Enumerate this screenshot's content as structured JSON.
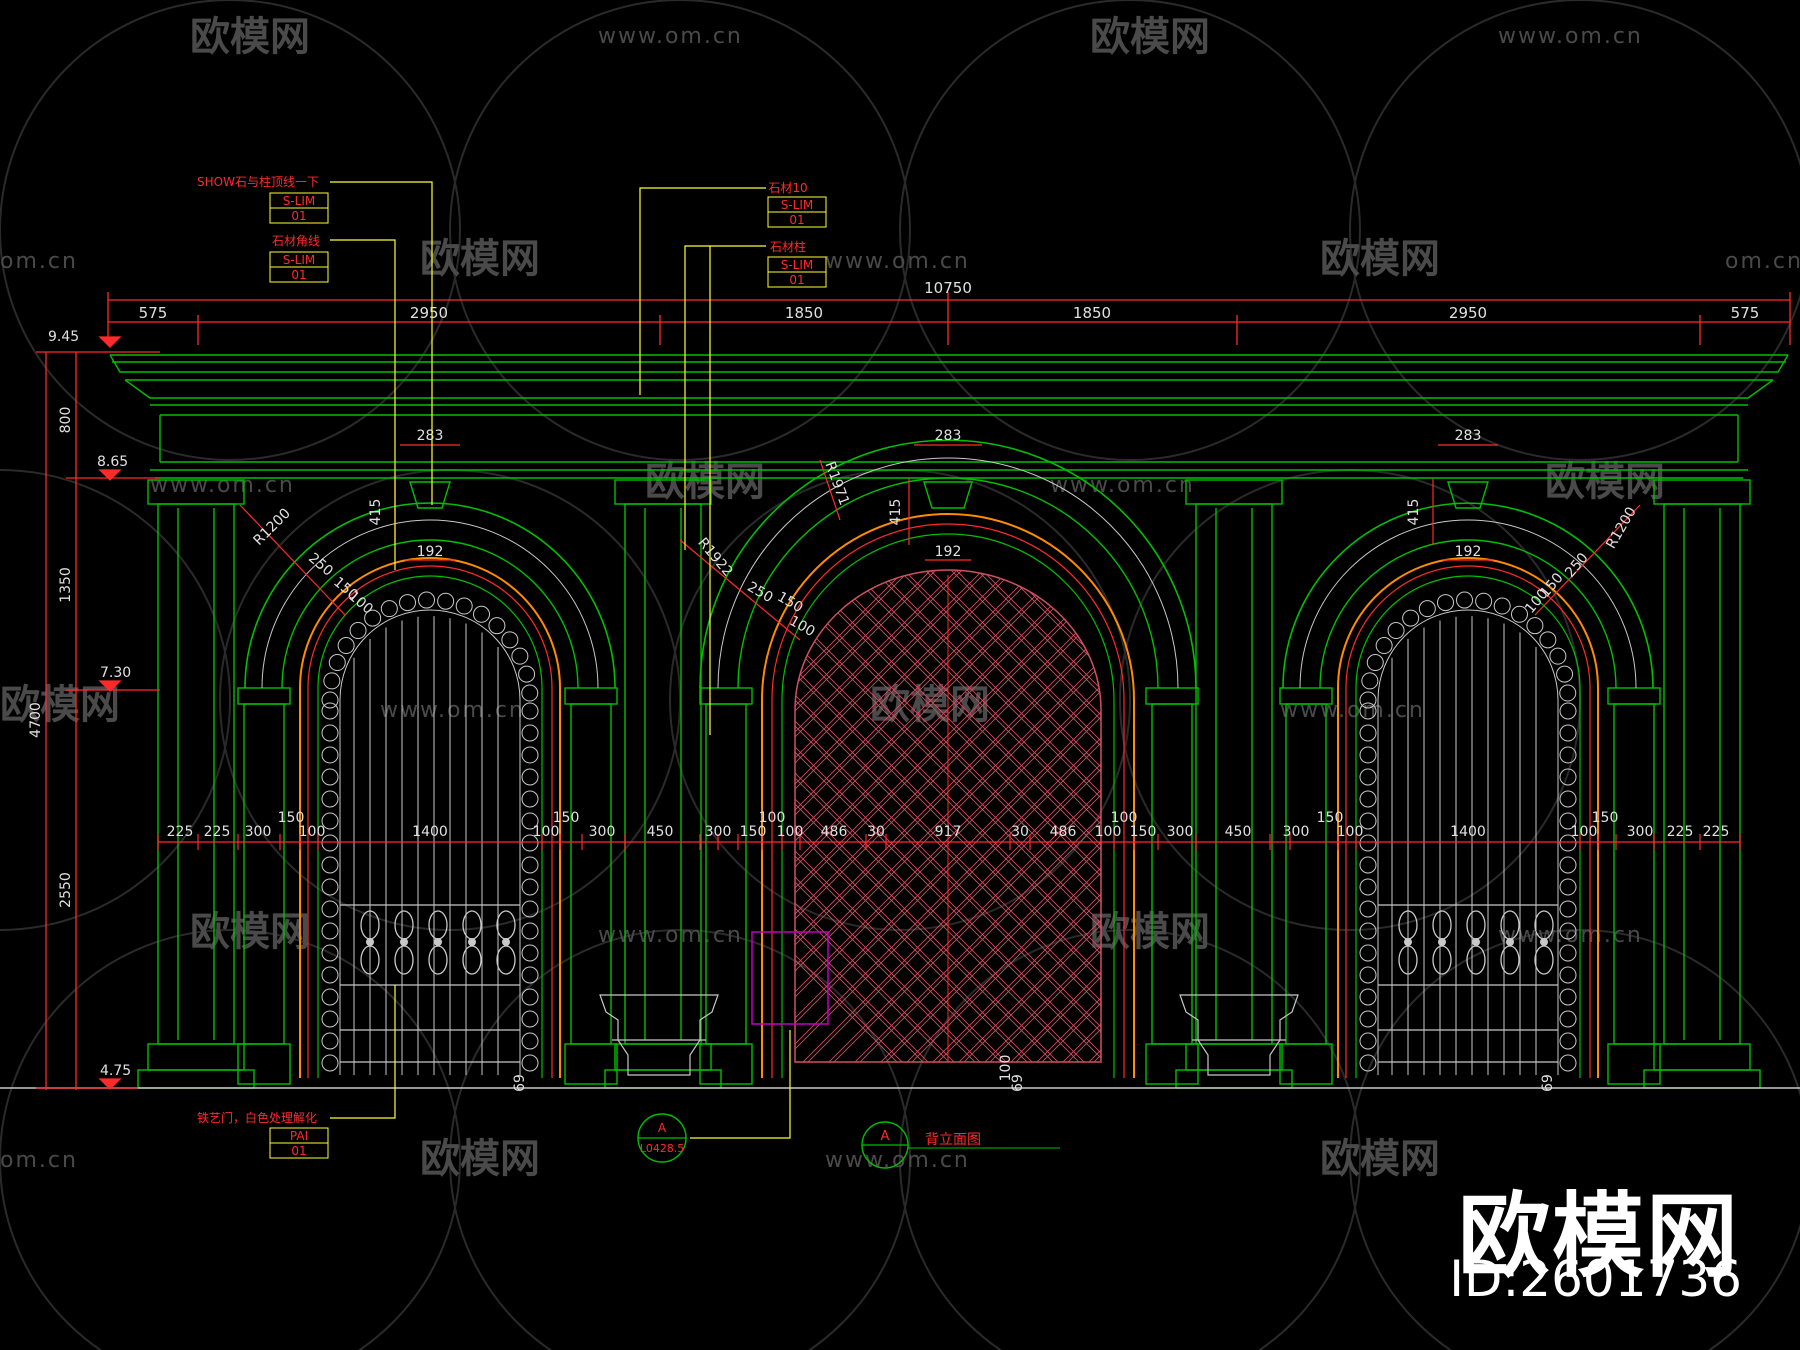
{
  "colors": {
    "background": "#000000",
    "outline": "#00c000",
    "dimension": "#ff2a2a",
    "dim_text": "#e0e0e0",
    "leader": "#ffff33",
    "ornament": "#c8c8c8",
    "door_trim": "#ff8c00",
    "lattice": "#d05060",
    "magenta": "#c000c0",
    "watermark": "#555555"
  },
  "top_dims": {
    "overall": "10750",
    "segments": [
      "575",
      "2950",
      "1850",
      "1850",
      "2950",
      "575"
    ]
  },
  "left_dims": {
    "segments": [
      "800",
      "1350",
      "2550"
    ],
    "overall": "4700",
    "levels": [
      "9.45",
      "8.65",
      "7.30",
      "4.75"
    ]
  },
  "keystone_dims": {
    "width": "283",
    "height": "415",
    "base": "192"
  },
  "arch_labels": {
    "left_radius": "R1200",
    "right_radius": "R1200",
    "center_radius_outer": "R1971",
    "center_radius_inner": "R1922",
    "band_a": "250",
    "band_b": "150",
    "band_c": "100"
  },
  "bottom_dims": {
    "left": [
      "225",
      "225",
      "300",
      "100",
      "1400",
      "100",
      "300",
      "450",
      "300",
      "100"
    ],
    "mid": [
      "486",
      "30",
      "917",
      "30",
      "486"
    ],
    "right": [
      "100",
      "300",
      "450",
      "300",
      "100",
      "1400",
      "100",
      "300",
      "225",
      "225"
    ],
    "small150": "150",
    "small100": "100",
    "base69": "69"
  },
  "tags": [
    {
      "text": "SHOW石与柱顶线一下",
      "code": "S-LIM",
      "num": "01"
    },
    {
      "text": "石材角线",
      "code": "S-LIM",
      "num": "01"
    },
    {
      "text": "石材10",
      "code": "S-LIM",
      "num": "01"
    },
    {
      "text": "石材柱",
      "code": "S-LIM",
      "num": "01"
    },
    {
      "text": "铁艺门，白色处理解化",
      "code": "PAI",
      "num": "01"
    }
  ],
  "section_mark": {
    "letter": "A",
    "ref": "L0428.5"
  },
  "elevation_title": {
    "letter": "A",
    "title": "背立面图"
  },
  "watermark": {
    "brand": "欧模网",
    "url": "www.om.cn",
    "url_short": "om.cn",
    "id": "ID:2601736"
  }
}
